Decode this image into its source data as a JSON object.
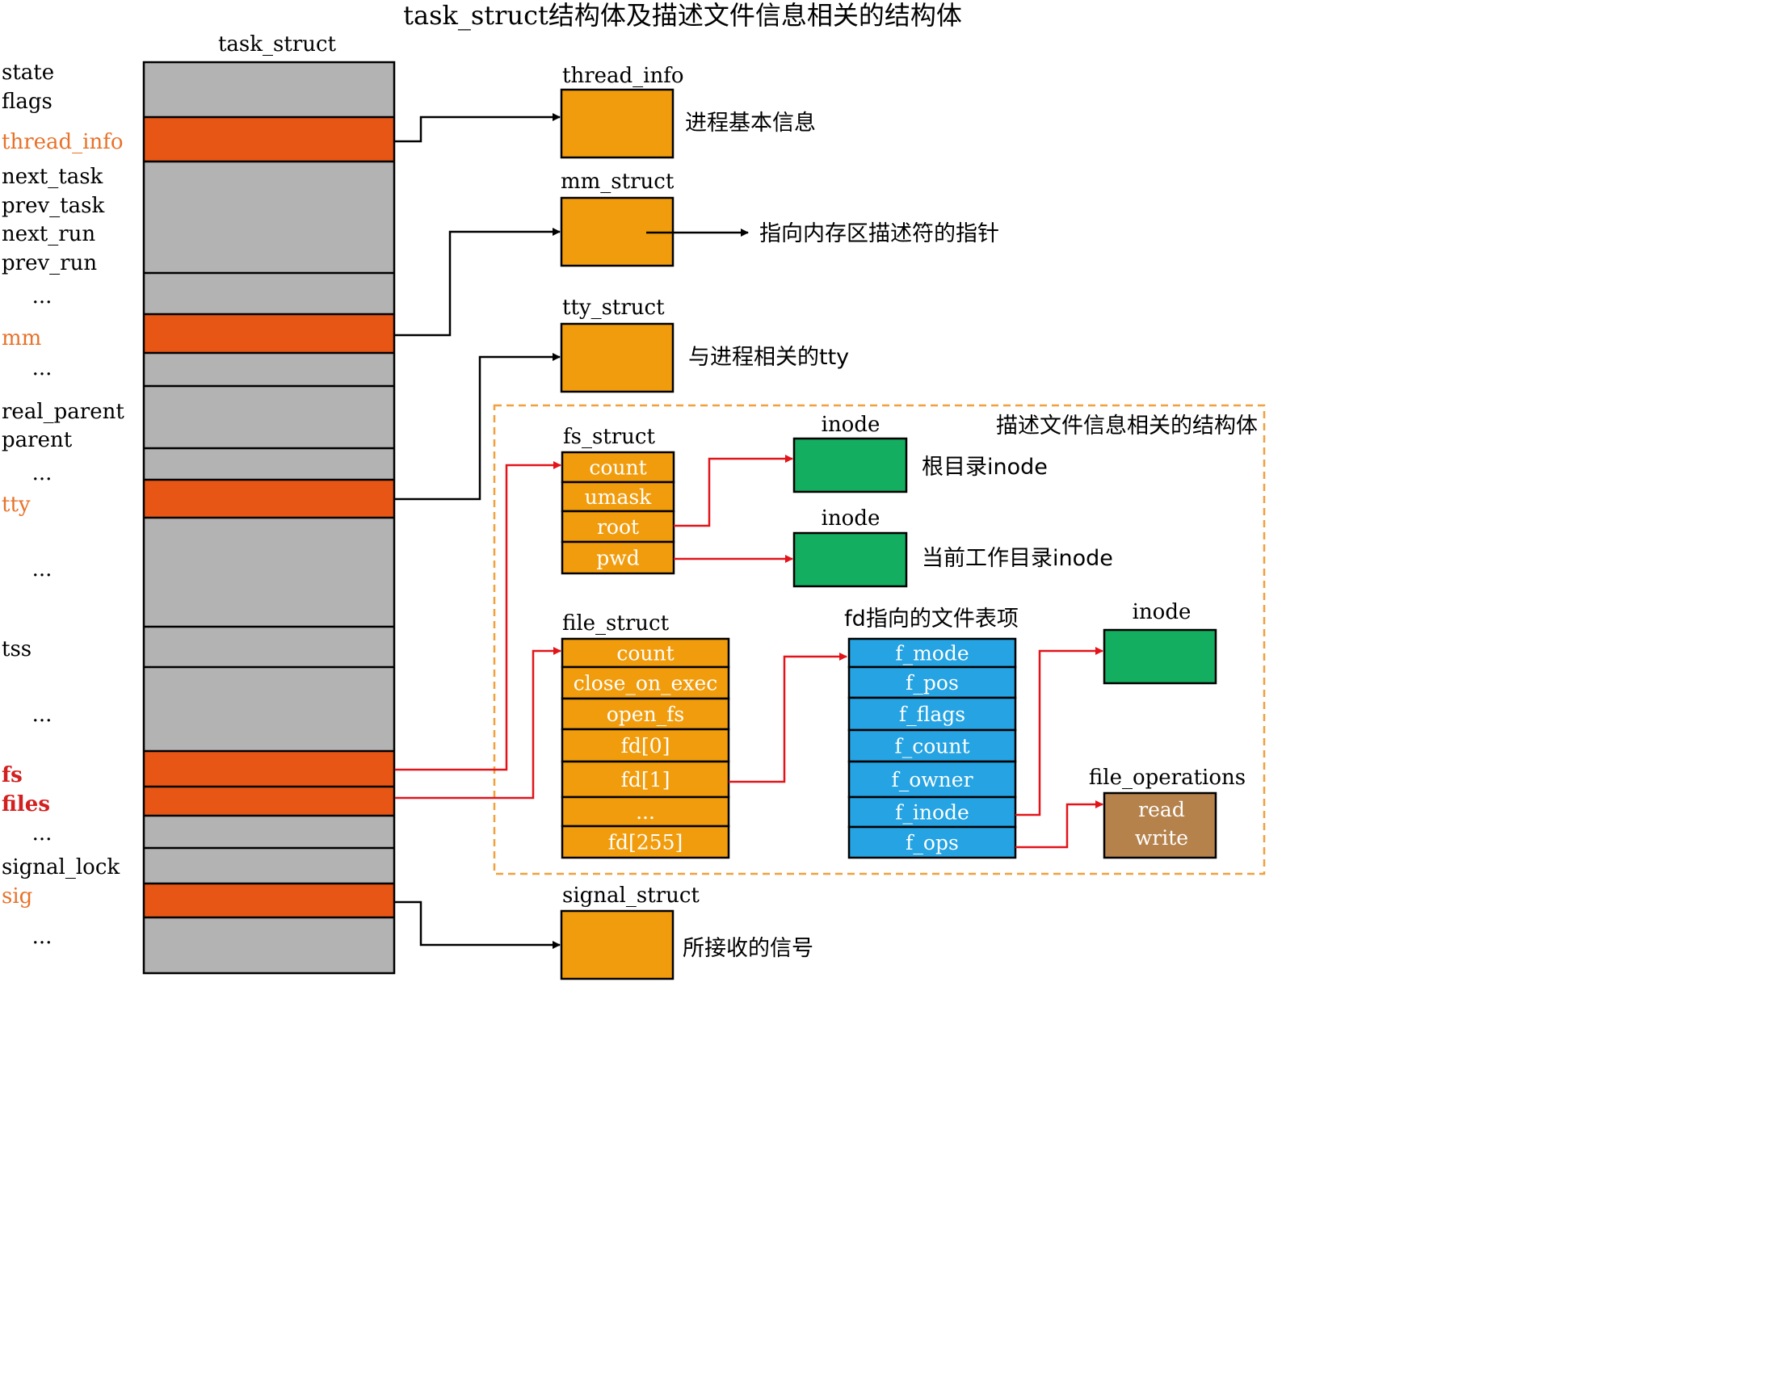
{
  "title": "task_struct结构体及描述文件信息相关的结构体",
  "task_struct": {
    "name": "task_struct",
    "fields": [
      {
        "text": "state",
        "style": "normal"
      },
      {
        "text": "flags",
        "style": "normal"
      },
      {
        "text": "thread_info",
        "style": "orange"
      },
      {
        "text": "next_task",
        "style": "normal"
      },
      {
        "text": "prev_task",
        "style": "normal"
      },
      {
        "text": "next_run",
        "style": "normal"
      },
      {
        "text": "prev_run",
        "style": "normal"
      },
      {
        "text": "...",
        "style": "normal"
      },
      {
        "text": "mm",
        "style": "orange"
      },
      {
        "text": "...",
        "style": "normal"
      },
      {
        "text": "real_parent",
        "style": "normal"
      },
      {
        "text": "parent",
        "style": "normal"
      },
      {
        "text": "...",
        "style": "normal"
      },
      {
        "text": "tty",
        "style": "orange"
      },
      {
        "text": "...",
        "style": "normal"
      },
      {
        "text": "tss",
        "style": "normal"
      },
      {
        "text": "...",
        "style": "normal"
      },
      {
        "text": "fs",
        "style": "red"
      },
      {
        "text": "files",
        "style": "red"
      },
      {
        "text": "...",
        "style": "normal"
      },
      {
        "text": "signal_lock",
        "style": "normal"
      },
      {
        "text": "sig",
        "style": "orange"
      },
      {
        "text": "...",
        "style": "normal"
      }
    ]
  },
  "structs": {
    "thread_info": {
      "name": "thread_info",
      "desc": "进程基本信息"
    },
    "mm_struct": {
      "name": "mm_struct",
      "desc": "指向内存区描述符的指针"
    },
    "tty_struct": {
      "name": "tty_struct",
      "desc": "与进程相关的tty"
    },
    "signal_struct": {
      "name": "signal_struct",
      "desc": "所接收的信号"
    }
  },
  "file_group": {
    "label": "描述文件信息相关的结构体",
    "fs_struct": {
      "name": "fs_struct",
      "fields": [
        "count",
        "umask",
        "root",
        "pwd"
      ]
    },
    "inode_root": {
      "name": "inode",
      "desc": "根目录inode"
    },
    "inode_pwd": {
      "name": "inode",
      "desc": "当前工作目录inode"
    },
    "file_struct": {
      "name": "file_struct",
      "fields": [
        "count",
        "close_on_exec",
        "open_fs",
        "fd[0]",
        "fd[1]",
        "...",
        "fd[255]"
      ]
    },
    "file_entry": {
      "name": "fd指向的文件表项",
      "fields": [
        "f_mode",
        "f_pos",
        "f_flags",
        "f_count",
        "f_owner",
        "f_inode",
        "f_ops"
      ]
    },
    "inode_file": {
      "name": "inode"
    },
    "file_operations": {
      "name": "file_operations",
      "fields": [
        "read",
        "write"
      ]
    }
  },
  "colors": {
    "gray": "#b3b3b3",
    "highlight": "#e85615",
    "struct_orange": "#f19c0c",
    "inode_green": "#13ae5f",
    "file_blue": "#25a3e2",
    "ops_brown": "#b5824c",
    "red_arrow": "#e2141a",
    "dashed_border": "#f0a03c",
    "label_orange": "#e8722a",
    "label_red": "#d21f1f"
  }
}
